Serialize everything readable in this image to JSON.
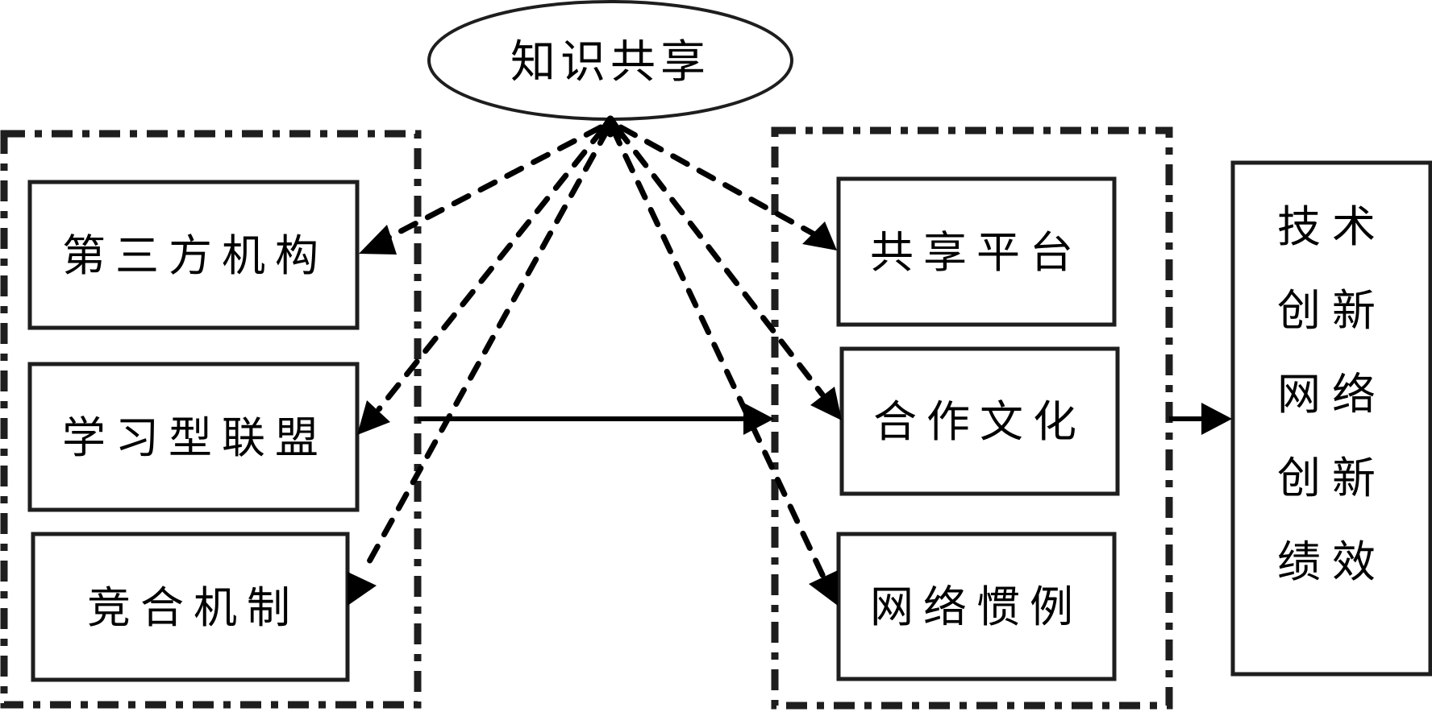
{
  "diagram": {
    "center_node": {
      "id": "knowledge-sharing",
      "label": "知识共享",
      "shape": "ellipse"
    },
    "left_group": {
      "id": "left-group",
      "style": "dash-dot frame",
      "nodes": [
        {
          "id": "third-party",
          "label": "第三方机构"
        },
        {
          "id": "learning-alliance",
          "label": "学习型联盟"
        },
        {
          "id": "coopetition",
          "label": "竞合机制"
        }
      ]
    },
    "right_group": {
      "id": "right-group",
      "style": "dash-dot frame",
      "nodes": [
        {
          "id": "sharing-platform",
          "label": "共享平台"
        },
        {
          "id": "cooperative-culture",
          "label": "合作文化"
        },
        {
          "id": "network-convention",
          "label": "网络惯例"
        }
      ]
    },
    "outcome_node": {
      "id": "outcome",
      "label_lines": [
        "技术",
        "创新",
        "网络",
        "创新",
        "绩效"
      ]
    },
    "edges": [
      {
        "from": "knowledge-sharing",
        "to": "third-party",
        "style": "dashed",
        "arrow": "end"
      },
      {
        "from": "knowledge-sharing",
        "to": "learning-alliance",
        "style": "dashed",
        "arrow": "end"
      },
      {
        "from": "knowledge-sharing",
        "to": "coopetition",
        "style": "dashed",
        "arrow": "end"
      },
      {
        "from": "knowledge-sharing",
        "to": "sharing-platform",
        "style": "dashed",
        "arrow": "end"
      },
      {
        "from": "knowledge-sharing",
        "to": "cooperative-culture",
        "style": "dashed",
        "arrow": "end"
      },
      {
        "from": "knowledge-sharing",
        "to": "network-convention",
        "style": "dashed",
        "arrow": "end"
      },
      {
        "from": "left-group",
        "to": "right-group",
        "style": "solid",
        "arrow": "end"
      },
      {
        "from": "right-group",
        "to": "outcome",
        "style": "solid",
        "arrow": "end"
      }
    ]
  }
}
